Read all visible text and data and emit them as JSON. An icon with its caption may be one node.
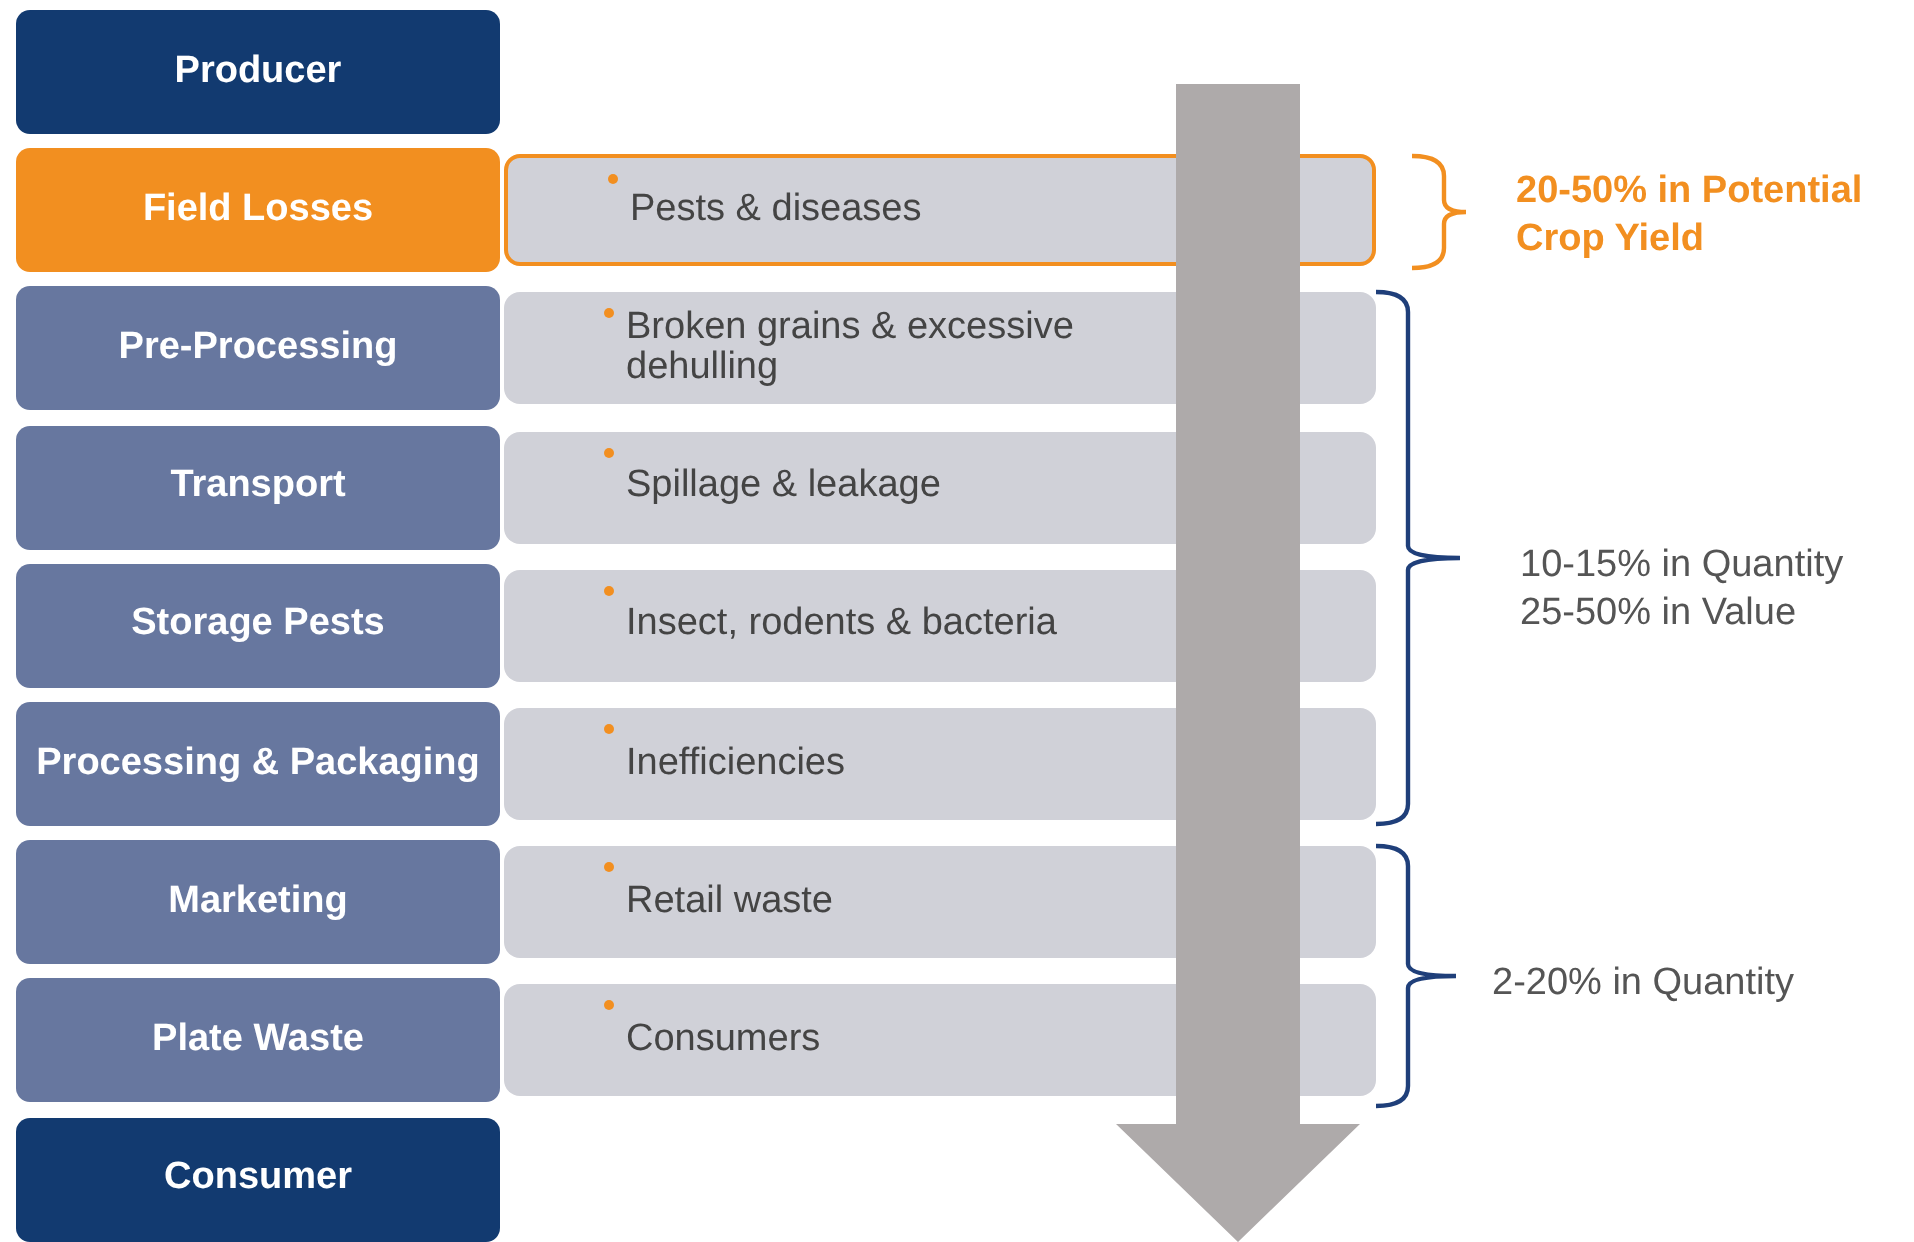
{
  "diagram": {
    "nodes": [
      {
        "text": [
          "Producer"
        ]
      },
      {
        "text": [
          "Field Losses"
        ]
      },
      {
        "text": [
          "Pests & diseases"
        ]
      },
      {
        "text": [
          "Pre-Processing"
        ]
      },
      {
        "text": [
          "Broken grains & excessive dehulling"
        ]
      },
      {
        "text": [
          "Transport"
        ]
      },
      {
        "text": [
          "Spillage & leakage"
        ]
      },
      {
        "text": [
          "Storage Pests"
        ]
      },
      {
        "text": [
          "Insect, rodents & bacteria"
        ]
      },
      {
        "text": [
          "Processing & Packaging"
        ]
      },
      {
        "text": [
          "Inefficiencies"
        ]
      },
      {
        "text": [
          "Marketing"
        ]
      },
      {
        "text": [
          "Retail waste"
        ]
      },
      {
        "text": [
          "Plate Waste"
        ]
      },
      {
        "text": [
          "Consumers"
        ]
      },
      {
        "text": [
          "Consumer"
        ]
      }
    ],
    "labels": [
      "20-50% in Potential Crop Yield",
      "10-15% in Quantity",
      "25-50% in Value",
      "2-20% in Quantity"
    ]
  }
}
